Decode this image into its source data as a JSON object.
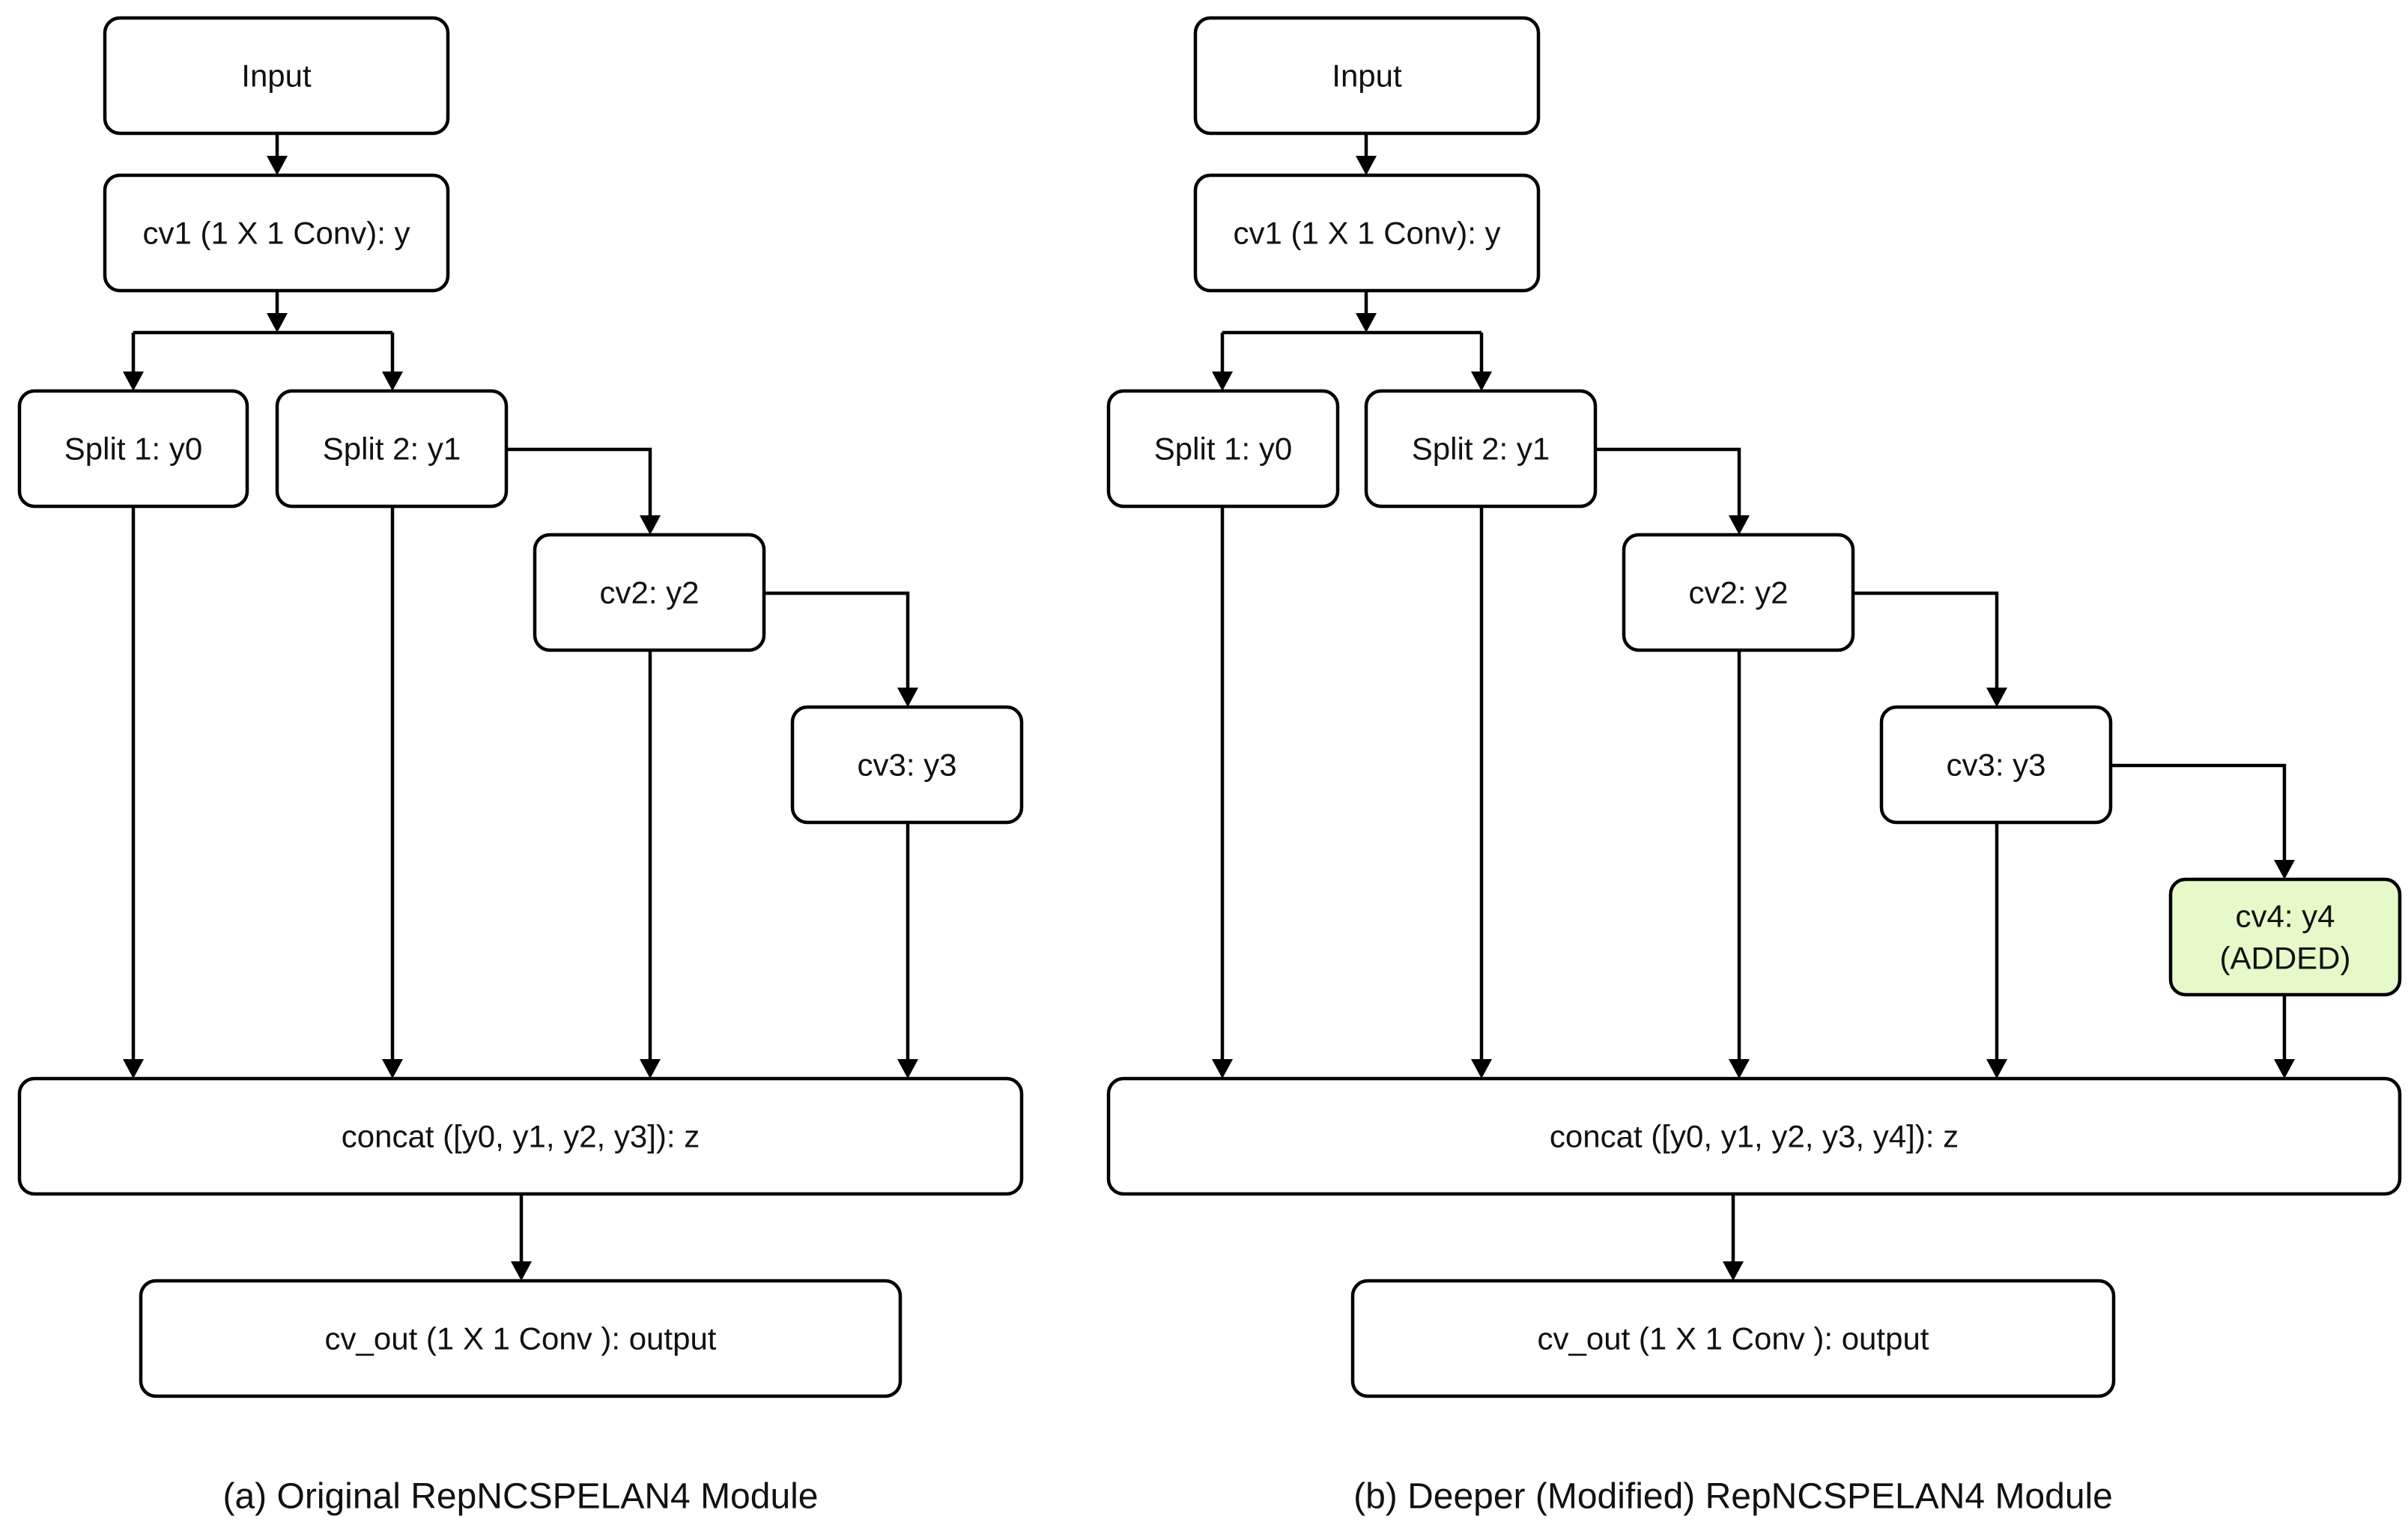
{
  "diagram_a": {
    "caption": "(a) Original RepNCSPELAN4 Module",
    "input": "Input",
    "cv1": "cv1 (1 X 1 Conv): y",
    "split1": "Split 1: y0",
    "split2": "Split 2: y1",
    "cv2": "cv2: y2",
    "cv3": "cv3: y3",
    "concat": "concat ([y0, y1, y2, y3]): z",
    "cv_out": "cv_out (1 X 1 Conv ): output"
  },
  "diagram_b": {
    "caption": "(b) Deeper (Modified) RepNCSPELAN4 Module",
    "input": "Input",
    "cv1": "cv1 (1 X 1 Conv): y",
    "split1": "Split 1: y0",
    "split2": "Split 2: y1",
    "cv2": "cv2: y2",
    "cv3": "cv3: y3",
    "cv4_line1": "cv4: y4",
    "cv4_line2": "(ADDED)",
    "concat": "concat ([y0, y1, y2, y3, y4]): z",
    "cv_out": "cv_out (1 X 1 Conv ): output"
  },
  "colors": {
    "added_fill": "#e6f9c8",
    "stroke": "#000000"
  }
}
